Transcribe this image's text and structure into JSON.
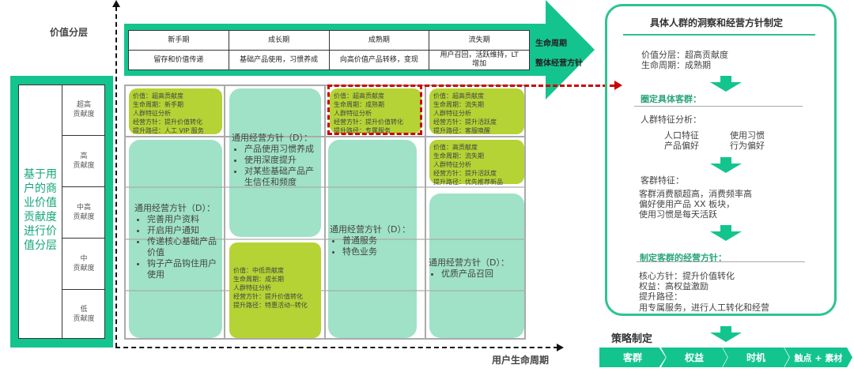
{
  "axes": {
    "y_label": "价值分层",
    "x_label": "用户生命周期"
  },
  "lifecycle": {
    "stages": [
      "新手期",
      "成长期",
      "成熟期",
      "流失期"
    ],
    "policies": [
      "留存和价值传递",
      "基础产品使用，习惯养成",
      "向高价值产品转移，变现",
      "用户召回，活跃维持，LT 增加"
    ],
    "row_label_1": "生命周期",
    "row_label_2": "整体经营方针"
  },
  "value_layer": {
    "title": "基于用户的商业价值贡献度进行价值分层",
    "levels": [
      "超高\n贡献度",
      "高\n贡献度",
      "中高\n贡献度",
      "中\n贡献度",
      "低\n贡献度"
    ]
  },
  "cards": {
    "c1": "价值：超高贡献度\n生命周期：新手期\n人群特征分析\n经营方针：提升价值转化\n提升路径：人工 VIP 服务",
    "c2": "价值：超高贡献度\n生命周期：成熟期\n人群特征分析\n经营方针：提升价值转化\n提升路径：专属服务",
    "c3": "价值：超高贡献度\n生命周期：流失期\n人群特征分析\n经营方针：提升活跃度\n提升路径：客服唤醒",
    "c4": "价值：高贡献度\n生命周期：流失期\n人群特征分析\n经营方针：提升活跃度\n提升路径：优先推荐新品",
    "c5": "价值：中低贡献度\n生命周期：成长期\n人群特征分析\n经营方针：提升价值转化\n提升路径：特惠活动--转化"
  },
  "general": {
    "title": "通用经营方针（D）：",
    "g1": [
      "完善用户资料",
      "开启用户通知",
      "传递核心基础产品价值",
      "钩子产品钩住用户使用"
    ],
    "g2": [
      "产品使用习惯养成",
      "使用深度提升",
      "对某些基础产品产生信任和频度"
    ],
    "g3": [
      "普通服务",
      "特色业务"
    ],
    "g4": [
      "优质产品召回"
    ]
  },
  "right": {
    "title": "具体人群的洞察和经营方针制定",
    "l1": "价值分层：超高贡献度",
    "l2": "生命周期：成熟期",
    "h1": "圈定具体客群：",
    "feat": "人群特征分析：",
    "f1": "人口特征",
    "f2": "使用习惯",
    "f3": "产品偏好",
    "f4": "行为偏好",
    "seg": "客群特征：",
    "s1": "客群消费额超高，消费频率高",
    "s2": "偏好使用产品 XX 板块，",
    "s3": "使用习惯是每天活跃",
    "h2": "制定客群的经营方针：",
    "p1": "核心方针：提升价值转化",
    "p2": "权益：高权益激励",
    "p3": "提升路径：",
    "p4": "用专属服务，进行人工转化和经营"
  },
  "strategy": {
    "title": "策略制定",
    "steps": [
      "客群",
      "权益",
      "时机",
      "触点 + 素材"
    ]
  }
}
